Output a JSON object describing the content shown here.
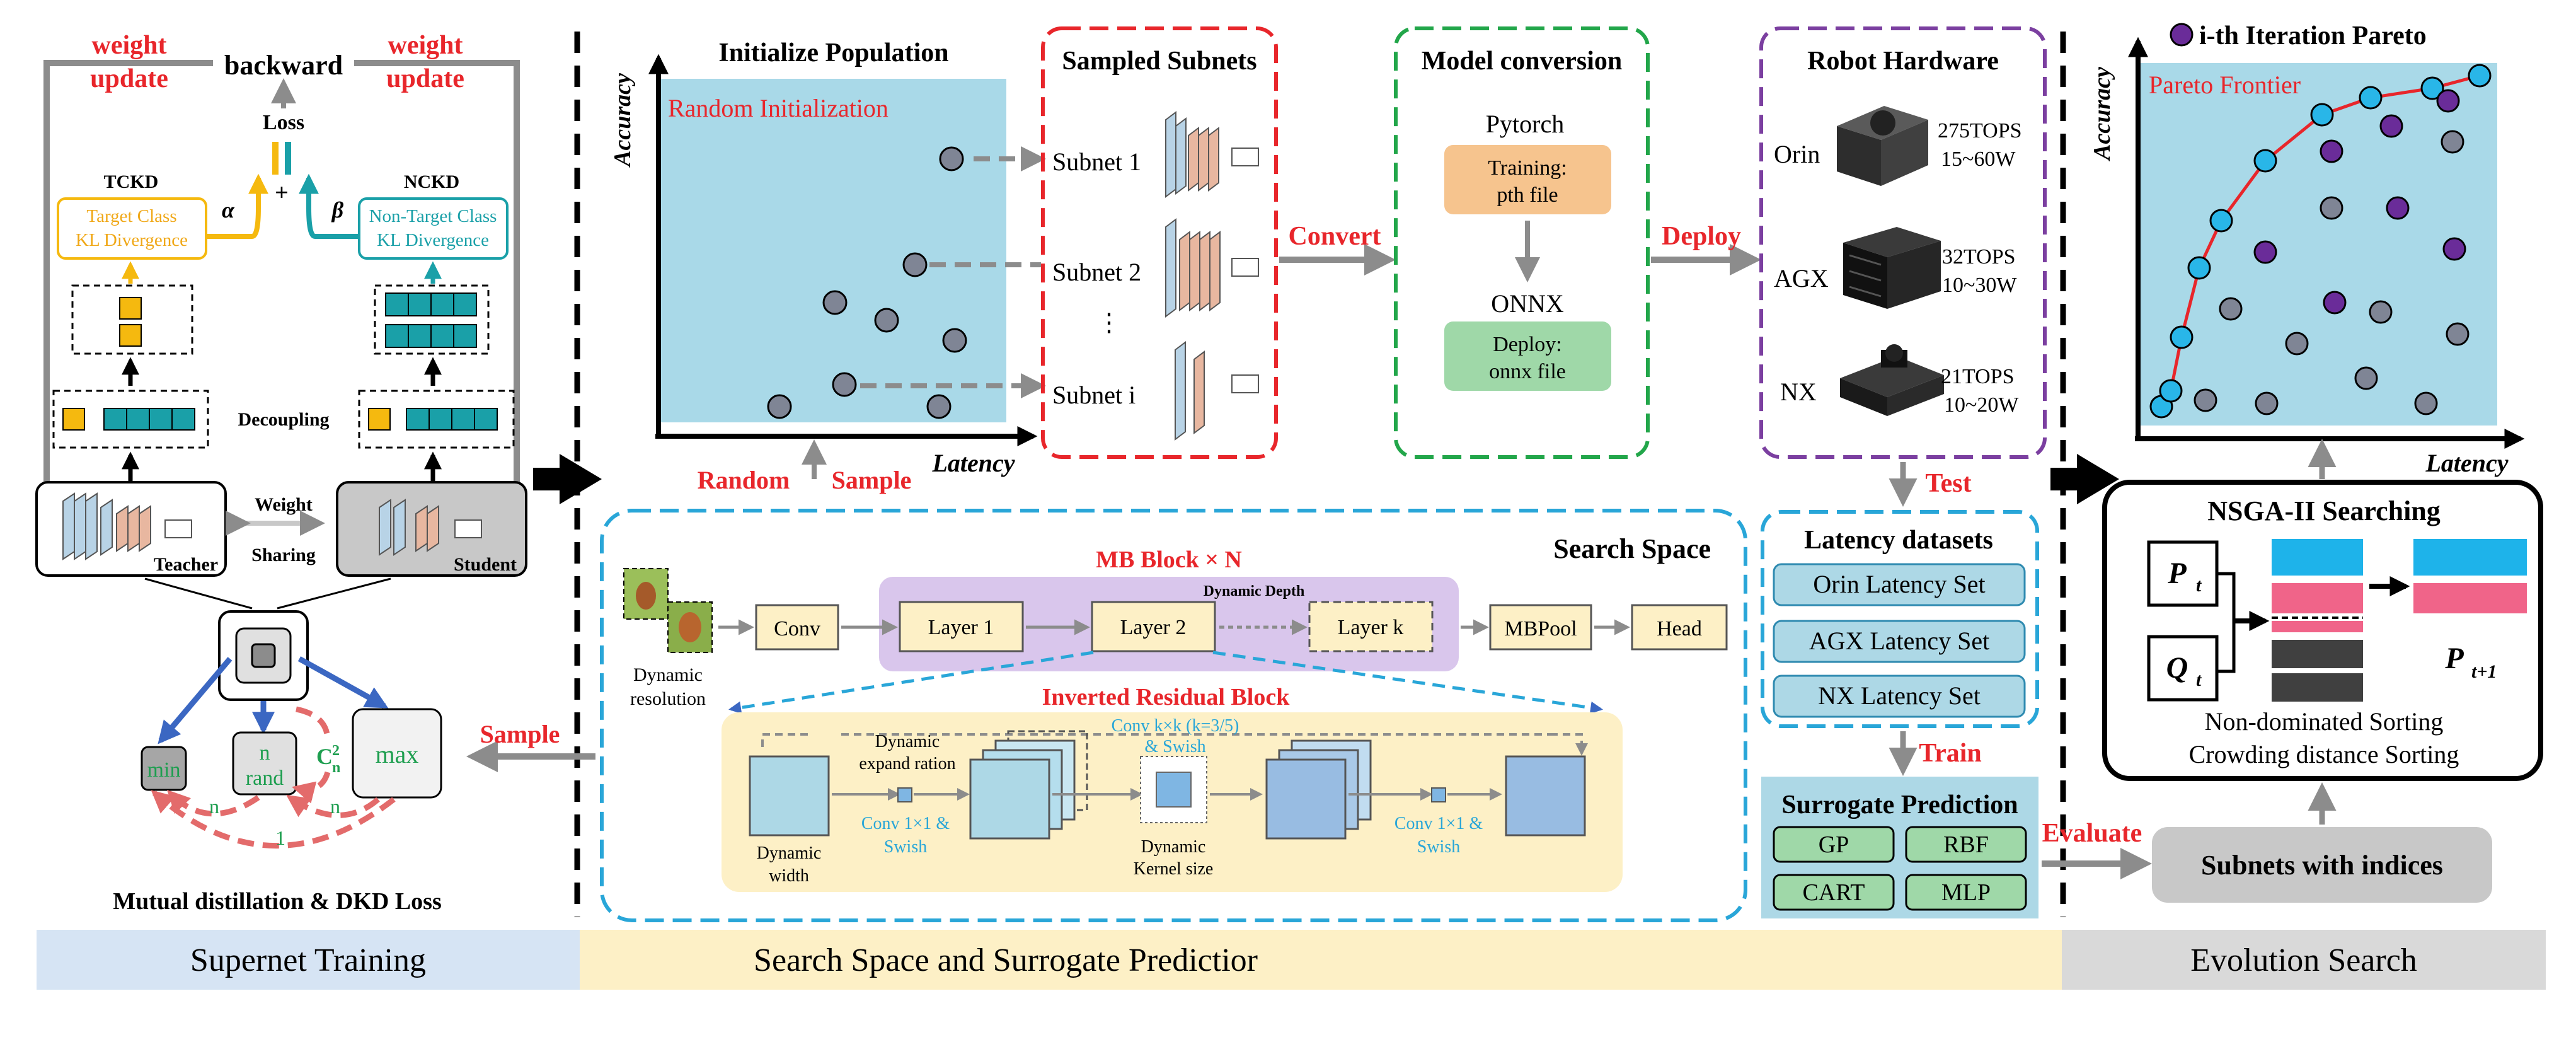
{
  "supernet": {
    "weight_update_left": [
      "weight",
      "update"
    ],
    "weight_update_right": [
      "weight",
      "update"
    ],
    "backward": "backward",
    "loss": "Loss",
    "plus": "+",
    "alpha": "α",
    "beta": "β",
    "tckd": "TCKD",
    "nckd": "NCKD",
    "tckd_box": [
      "Target Class",
      "KL Divergence"
    ],
    "nckd_box": [
      "Non-Target Class",
      "KL Divergence"
    ],
    "decoupling": "Decoupling",
    "teacher": "Teacher",
    "student": "Student",
    "weight_sharing": [
      "Weight",
      "Sharing"
    ],
    "min": "min",
    "rand": [
      "n",
      "rand"
    ],
    "max": "max",
    "combination": "C",
    "combination_sup": "2",
    "combination_sub": "n",
    "arrow_n1": "n",
    "arrow_n2": "n",
    "arrow_1": "1",
    "sample": "Sample",
    "caption": "Mutual distillation & DKD Loss"
  },
  "population": {
    "title": "Initialize Population",
    "random_init": "Random Initialization",
    "y_axis": "Accuracy",
    "x_axis": "Latency",
    "random": "Random",
    "sample": "Sample"
  },
  "subnets": {
    "title": "Sampled Subnets",
    "labels": [
      "Subnet 1",
      "Subnet 2",
      "⋮",
      "Subnet i"
    ]
  },
  "convert_label": "Convert",
  "conversion": {
    "title": "Model conversion",
    "pytorch": "Pytorch",
    "training": [
      "Training:",
      "pth file"
    ],
    "onnx": "ONNX",
    "deploy": [
      "Deploy:",
      "onnx file"
    ]
  },
  "deploy_label": "Deploy",
  "hardware": {
    "title": "Robot Hardware",
    "devices": [
      {
        "name": "Orin",
        "tops": "275TOPS",
        "watts": "15~60W"
      },
      {
        "name": "AGX",
        "tops": "32TOPS",
        "watts": "10~30W"
      },
      {
        "name": "NX",
        "tops": "21TOPS",
        "watts": "10~20W"
      }
    ]
  },
  "test_label": "Test",
  "latency": {
    "title": "Latency datasets",
    "sets": [
      "Orin Latency Set",
      "AGX Latency Set",
      "NX Latency Set"
    ]
  },
  "train_label": "Train",
  "surrogate": {
    "title": "Surrogate Prediction",
    "models": [
      "GP",
      "RBF",
      "CART",
      "MLP"
    ]
  },
  "evaluate_label": "Evaluate",
  "search_space": {
    "title": "Search Space",
    "mb_block": "MB Block × N",
    "dynamic_depth": "Dynamic Depth",
    "dynamic_resolution": [
      "Dynamic",
      "resolution"
    ],
    "nodes": [
      "Conv",
      "Layer 1",
      "Layer 2",
      "Layer k",
      "MBPool",
      "Head"
    ],
    "ir_title": "Inverted Residual Block",
    "dynamic_width": [
      "Dynamic",
      "width"
    ],
    "expand": [
      "Dynamic",
      "expand ration"
    ],
    "conv1x1_a": [
      "Conv 1×1 &",
      "Swish"
    ],
    "convkxk": [
      "Conv k×k (k=3/5)",
      "& Swish"
    ],
    "kernel": [
      "Dynamic",
      "Kernel size"
    ],
    "conv1x1_b": [
      "Conv 1×1 &",
      "Swish"
    ]
  },
  "pareto": {
    "legend": "i-th Iteration Pareto",
    "frontier": "Pareto Frontier",
    "y_axis": "Accuracy",
    "x_axis": "Latency"
  },
  "nsga": {
    "title": "NSGA-II Searching",
    "p_t": "P",
    "p_sub": "t",
    "q_t": "Q",
    "q_sub": "t",
    "p_next": "P",
    "p_next_sub": "t+1",
    "sort1": "Non-dominated Sorting",
    "sort2": "Crowding distance Sorting"
  },
  "subnets_indices": "Subnets with indices",
  "stages": [
    "Supernet Training",
    "Search Space and Surrogate Predictior",
    "Evolution Search"
  ],
  "colors": {
    "red": "#e8262b",
    "light_blue": "#add8e6",
    "plot_bg": "#a9d9e8",
    "teal": "#1aa0a8",
    "yellow": "#f5b90f",
    "orange": "#f6c48e",
    "green_box": "#9fd8a8",
    "purple_dot": "#6a2c99",
    "cyan_dot": "#29b6e8",
    "gray_dot": "#7f8595"
  }
}
